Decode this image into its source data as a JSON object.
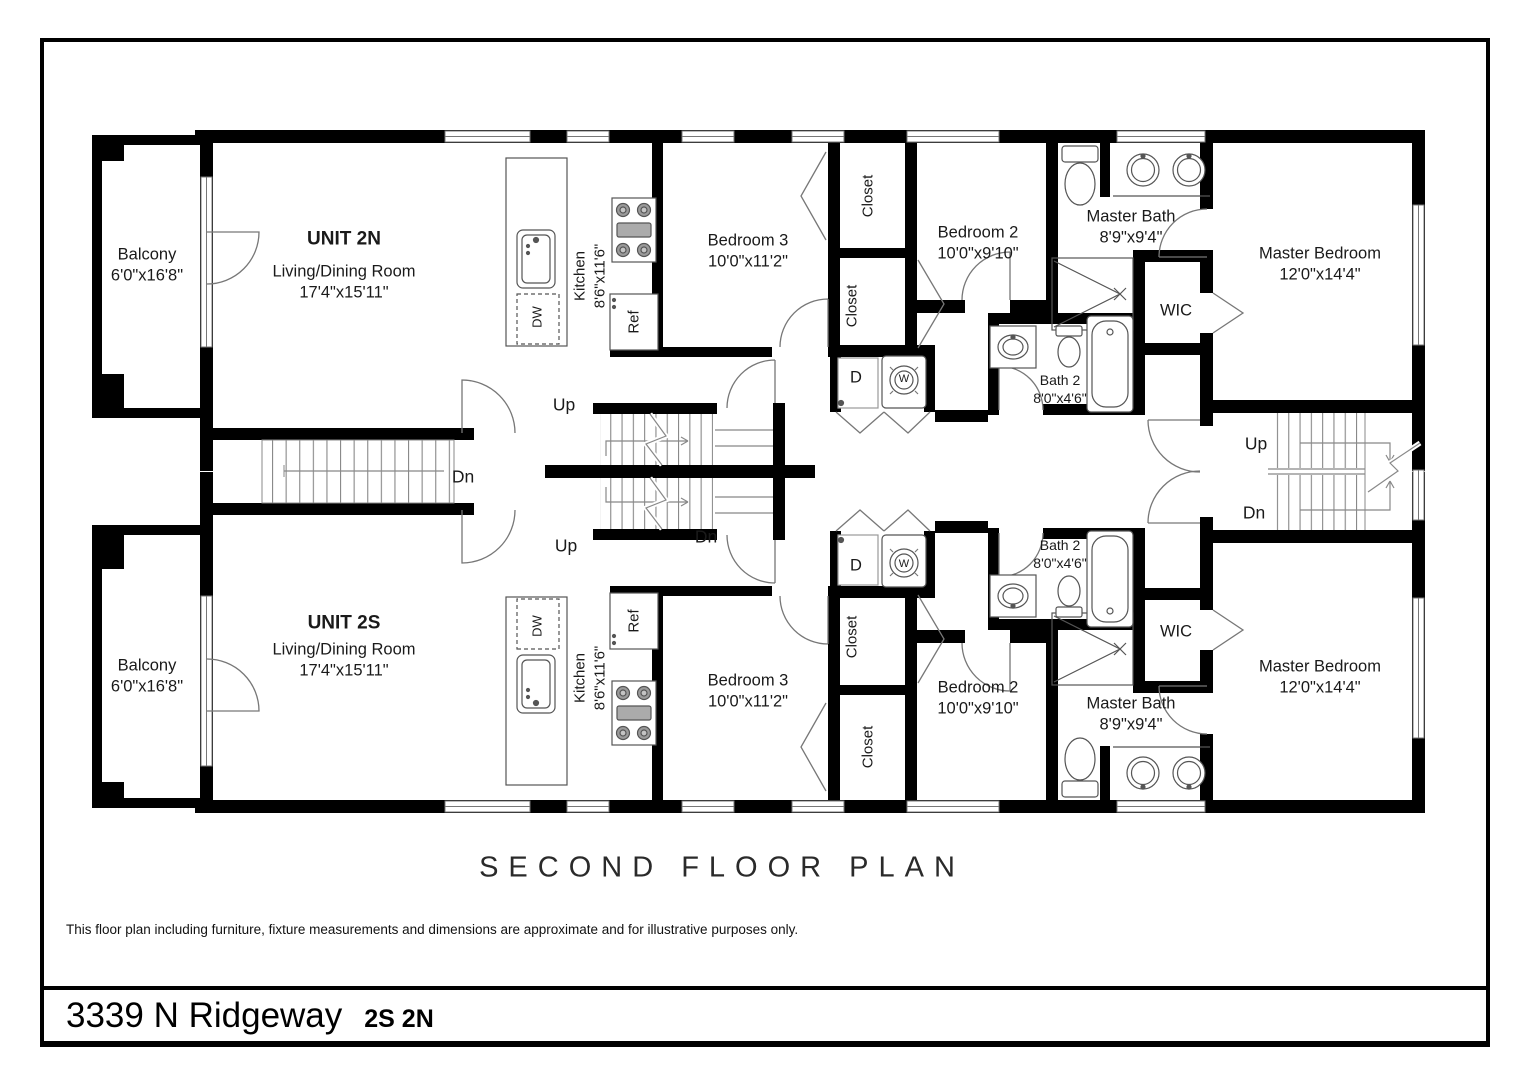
{
  "header": {
    "title": "SECOND FLOOR PLAN",
    "disclaimer": "This floor plan including furniture, fixture measurements and dimensions are approximate and for illustrative purposes only.",
    "address": "3339 N Ridgeway",
    "units_tag": "2S 2N"
  },
  "labels": {
    "unit_2n": "UNIT 2N",
    "unit_2s": "UNIT 2S",
    "balcony": "Balcony",
    "balcony_dims": "6'0\"x16'8\"",
    "living": "Living/Dining Room",
    "living_dims": "17'4\"x15'11\"",
    "kitchen": "Kitchen",
    "kitchen_dims": "8'6\"x11'6\"",
    "bedroom3": "Bedroom 3",
    "bedroom3_dims": "10'0\"x11'2\"",
    "bedroom2": "Bedroom 2",
    "bedroom2_dims": "10'0\"x9'10\"",
    "master_bath": "Master Bath",
    "master_bath_dims": "8'9\"x9'4\"",
    "master_bedroom": "Master Bedroom",
    "master_bedroom_dims": "12'0\"x14'4\"",
    "bath2": "Bath 2",
    "bath2_dims": "8'0\"x4'6\"",
    "wic": "WIC",
    "closet": "Closet",
    "dryer": "D",
    "washer": "W",
    "ref": "Ref",
    "dishwasher": "DW",
    "up": "Up",
    "down": "Dn"
  }
}
